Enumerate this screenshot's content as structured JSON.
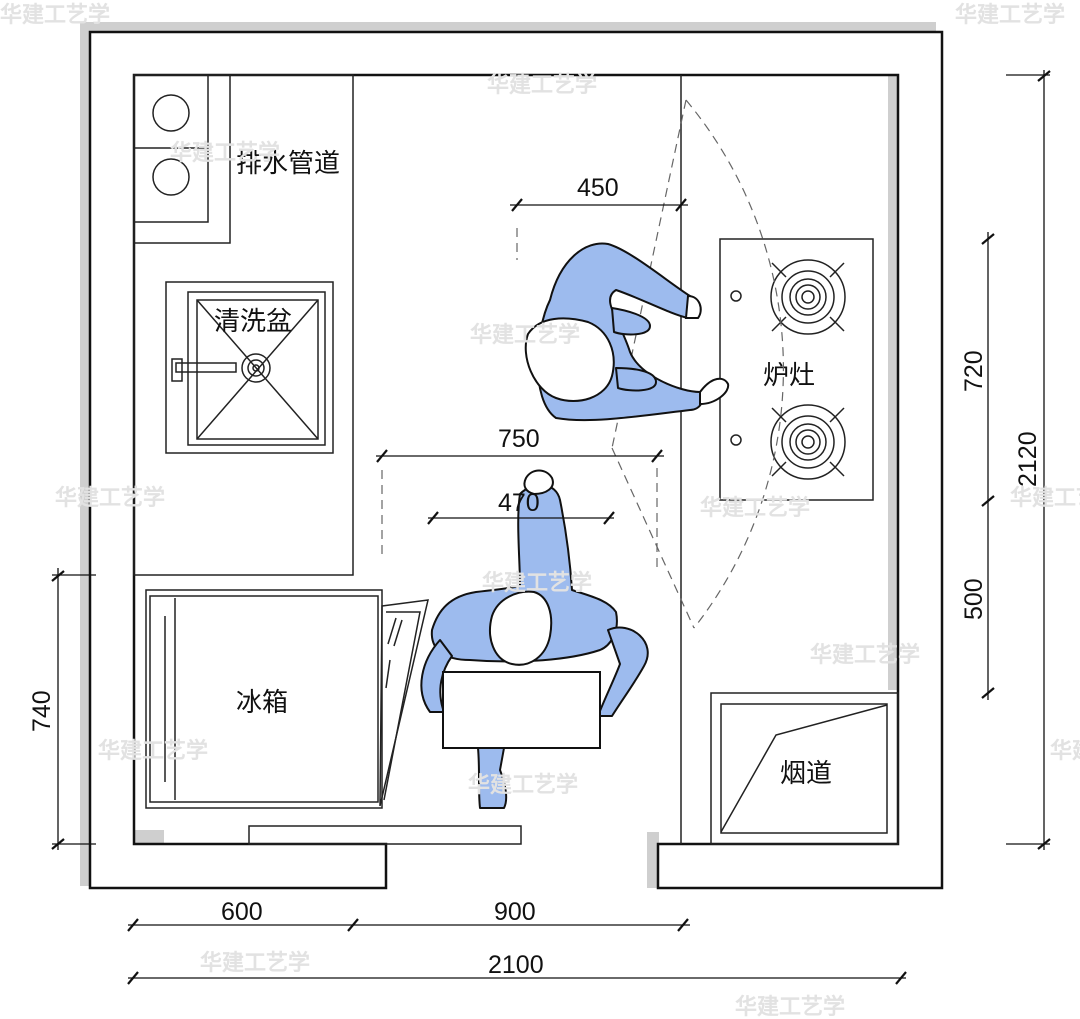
{
  "labels": {
    "drain_pipe": "排水管道",
    "sink": "清洗盆",
    "stove": "炉灶",
    "fridge": "冰箱",
    "flue": "烟道"
  },
  "dimensions": {
    "d450": "450",
    "d750": "750",
    "d470": "470",
    "d720": "720",
    "d500": "500",
    "d2120": "2120",
    "d740": "740",
    "d600": "600",
    "d900": "900",
    "d2100": "2100"
  },
  "watermark": "华建工艺学"
}
